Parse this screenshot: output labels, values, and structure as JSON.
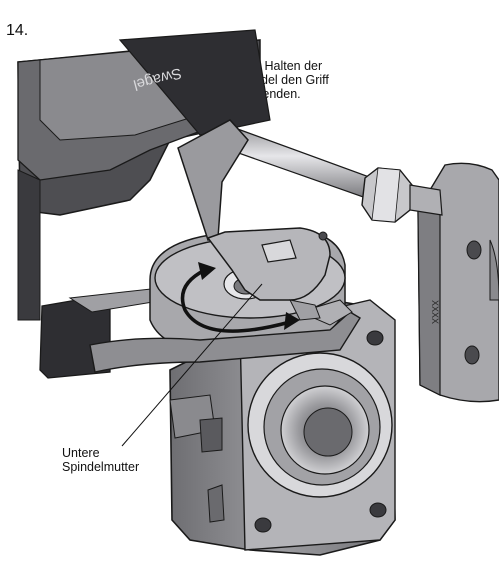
{
  "page": {
    "step_number": "14."
  },
  "callouts": {
    "handle_hint": {
      "line1": "Zum Halten der",
      "line2": "Spindel den Griff",
      "line3": "verwenden."
    },
    "lower_nut": {
      "line1": "Untere",
      "line2": "Spindelmutter"
    }
  },
  "illustration": {
    "part_brand_text": "Swagel",
    "body_marking": "XXXX",
    "colors": {
      "dark_body": "#555558",
      "mid_metal": "#8e8e92",
      "light_metal": "#c4c4c8",
      "highlight": "#e3e3e6",
      "outline": "#1a1a1a"
    }
  }
}
